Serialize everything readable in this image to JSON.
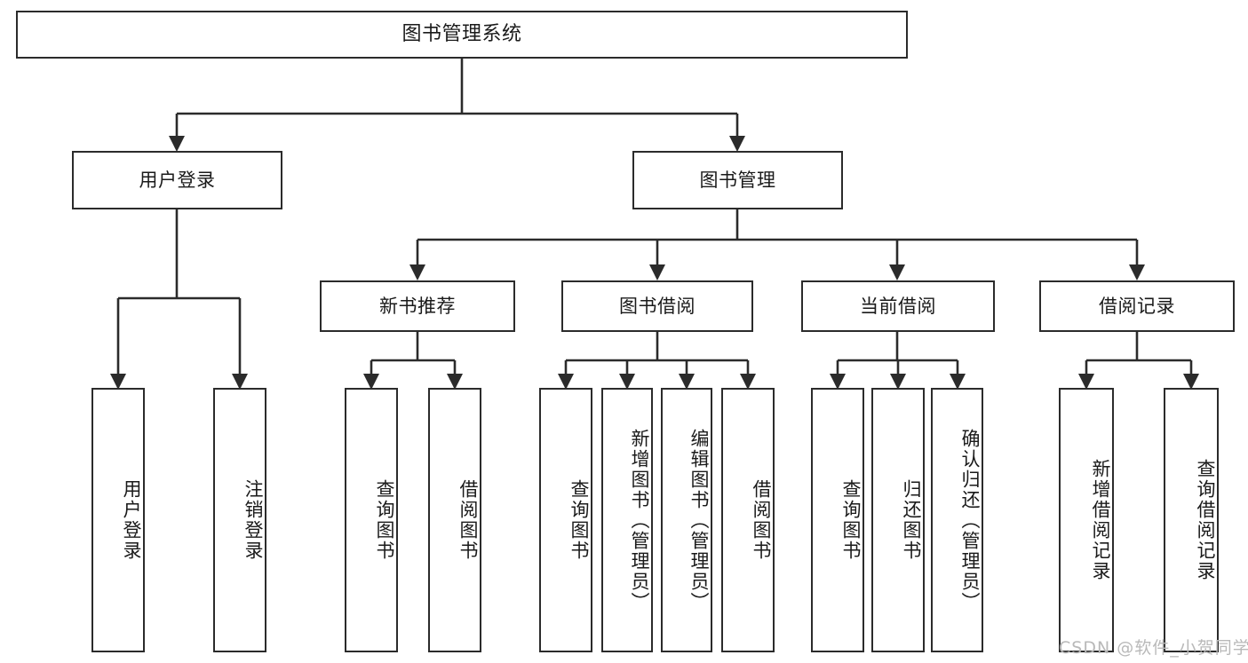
{
  "diagram": {
    "title": "图书管理系统",
    "type": "tree-hierarchy",
    "watermark": "CSDN @软件_小贺同学",
    "colors": {
      "stroke": "#2b2b2b",
      "fill": "#ffffff",
      "text": "#1a1a1a",
      "watermark": "#b9b9b9"
    },
    "nodes": {
      "root": {
        "label": "图书管理系统"
      },
      "level2": [
        {
          "id": "user-login",
          "label": "用户登录"
        },
        {
          "id": "book-manage",
          "label": "图书管理"
        }
      ],
      "level3": [
        {
          "id": "new-book-recommend",
          "label": "新书推荐"
        },
        {
          "id": "book-borrow",
          "label": "图书借阅"
        },
        {
          "id": "current-borrow",
          "label": "当前借阅"
        },
        {
          "id": "borrow-record",
          "label": "借阅记录"
        }
      ],
      "leaves": {
        "user_login": [
          {
            "id": "leaf-user-login",
            "label": "用户登录"
          },
          {
            "id": "leaf-logout",
            "label": "注销登录"
          }
        ],
        "new_book_recommend": [
          {
            "id": "leaf-query-book-1",
            "label": "查询图书"
          },
          {
            "id": "leaf-borrow-book-1",
            "label": "借阅图书"
          }
        ],
        "book_borrow": [
          {
            "id": "leaf-query-book-2",
            "label": "查询图书"
          },
          {
            "id": "leaf-add-book",
            "label": "新增图书（管理员）"
          },
          {
            "id": "leaf-edit-book",
            "label": "编辑图书（管理员）"
          },
          {
            "id": "leaf-borrow-book-2",
            "label": "借阅图书"
          }
        ],
        "current_borrow": [
          {
            "id": "leaf-query-book-3",
            "label": "查询图书"
          },
          {
            "id": "leaf-return-book",
            "label": "归还图书"
          },
          {
            "id": "leaf-confirm-return",
            "label": "确认归还（管理员）"
          }
        ],
        "borrow_record": [
          {
            "id": "leaf-add-record",
            "label": "新增借阅记录"
          },
          {
            "id": "leaf-query-record",
            "label": "查询借阅记录"
          }
        ]
      }
    }
  }
}
